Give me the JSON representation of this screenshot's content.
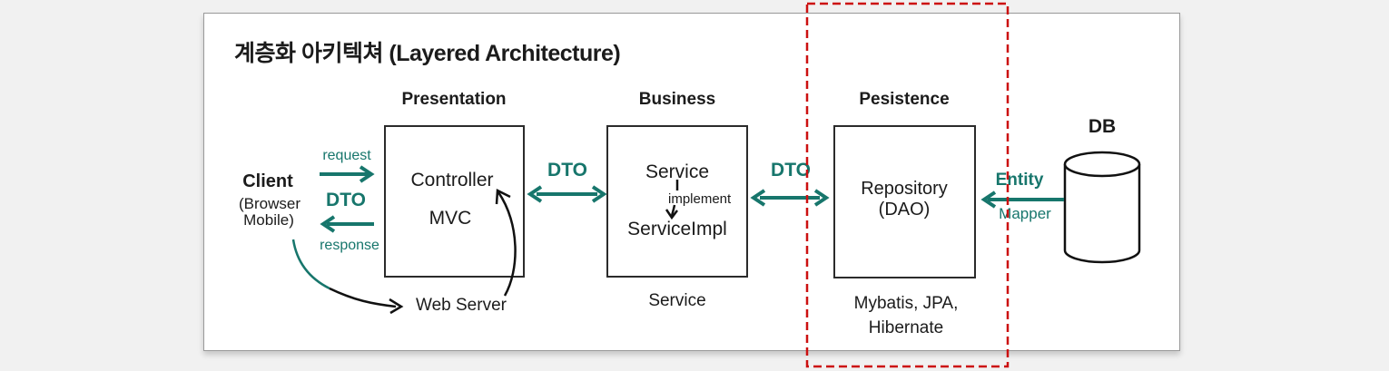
{
  "title": "계층화 아키텍쳐 (Layered Architecture)",
  "client": {
    "name": "Client",
    "detail1": "(Browser",
    "detail2": "Mobile)"
  },
  "layers": {
    "presentation": {
      "header": "Presentation",
      "component": "Controller",
      "pattern": "MVC",
      "caption": "Web Server"
    },
    "business": {
      "header": "Business",
      "interface": "Service",
      "relation": "implement",
      "implementation": "ServiceImpl",
      "caption": "Service"
    },
    "persistence": {
      "header": "Pesistence",
      "component": "Repository",
      "alias": "(DAO)",
      "caption1": "Mybatis, JPA,",
      "caption2": "Hibernate"
    }
  },
  "db": {
    "label": "DB"
  },
  "labels": {
    "request": "request",
    "response": "response",
    "dto_client": "DTO",
    "dto_presentation_business": "DTO",
    "dto_business_persistence": "DTO",
    "entity": "Entity",
    "mapper": "Mapper"
  },
  "colors": {
    "teal": "#17766c",
    "red": "#cc1010",
    "ink": "#1b1b1b",
    "panel_bg": "#ffffff",
    "page_bg": "#f1f1f1"
  }
}
